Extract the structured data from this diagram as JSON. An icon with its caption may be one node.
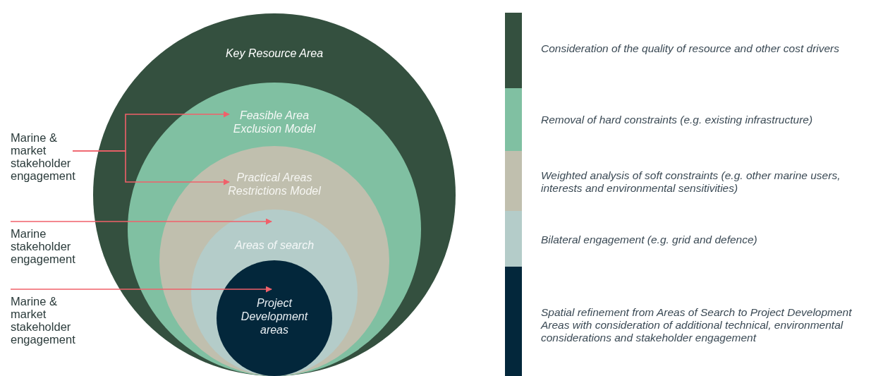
{
  "diagram": {
    "nodes": [
      {
        "text": [
          "Key Resource Area"
        ]
      },
      {
        "text": [
          "Feasible Area Exclusion Model"
        ],
        "in": 0
      },
      {
        "text": [
          "Practical Areas Restrictions Model"
        ],
        "in": 1
      },
      {
        "text": [
          "Areas of search"
        ],
        "in": 2
      },
      {
        "text": [
          "Project Development areas"
        ],
        "in": 3
      },
      {
        "text": [
          "Marine & market stakeholder engagement"
        ]
      },
      {
        "text": [
          "Marine stakeholder engagement"
        ]
      },
      {
        "text": [
          "Marine & market stakeholder engagement"
        ]
      }
    ],
    "edges": [
      {
        "from": 5,
        "to": 1,
        "arrow": "to"
      },
      {
        "from": 5,
        "to": 2,
        "arrow": "to"
      },
      {
        "from": 6,
        "to": 3,
        "arrow": "to"
      },
      {
        "from": 7,
        "to": 4,
        "arrow": "to"
      }
    ],
    "legend": [
      {
        "text": "Consideration of the quality of resource and other cost drivers",
        "color": "#34503f"
      },
      {
        "text": "Removal of  hard constraints (e.g. existing infrastructure)",
        "color": "#80c0a2"
      },
      {
        "text": "Weighted analysis of soft constraints (e.g. other marine users, interests and environmental sensitivities)",
        "color": "#c0bfae"
      },
      {
        "text": "Bilateral engagement (e.g. grid and defence)",
        "color": "#b4ccc9"
      },
      {
        "text": "Spatial refinement from Areas of Search to Project Development Areas with consideration of additional technical, environmental considerations and stakeholder engagement",
        "color": "#03273b"
      }
    ]
  }
}
